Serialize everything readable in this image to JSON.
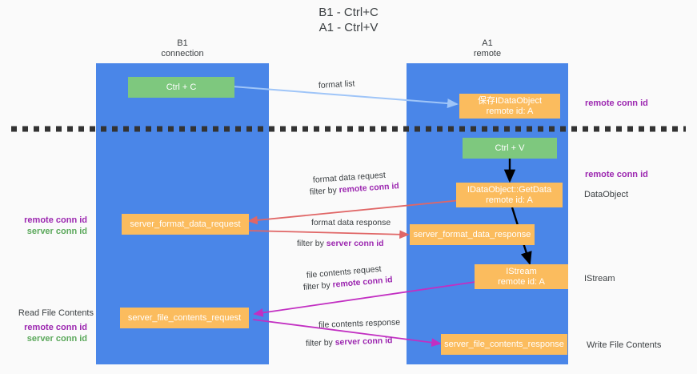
{
  "title": {
    "line1": "B1 - Ctrl+C",
    "line2": "A1 - Ctrl+V"
  },
  "columns": {
    "left": {
      "name": "B1",
      "role": "connection"
    },
    "right": {
      "name": "A1",
      "role": "remote"
    }
  },
  "colors": {
    "lane": "#4a86e8",
    "box_orange": "#fbbc5e",
    "box_green": "#7ec87e",
    "remote_conn_id": "#9c27b0",
    "server_conn_id": "#5ba85b",
    "arrow_blue": "#9fc5f8",
    "arrow_red": "#e06666",
    "arrow_magenta": "#c22fc2",
    "arrow_black": "#000000",
    "background": "#fafafa"
  },
  "boxes": {
    "ctrl_c": {
      "label": "Ctrl + C",
      "kind": "green"
    },
    "ctrl_v": {
      "label": "Ctrl + V",
      "kind": "green"
    },
    "save_idataobject": {
      "line1": "保存IDataObject",
      "line2": "remote id: A",
      "kind": "orange"
    },
    "getdata": {
      "line1": "IDataObject::GetData",
      "line2": "remote id: A",
      "kind": "orange"
    },
    "istream": {
      "line1": "IStream",
      "line2": "remote id: A",
      "kind": "orange"
    },
    "server_format_data_request": {
      "label": "server_format_data_request",
      "kind": "orange"
    },
    "server_format_data_response": {
      "label": "server_format_data_response",
      "kind": "orange"
    },
    "server_file_contents_request": {
      "label": "server_file_contents_request",
      "kind": "orange"
    },
    "server_file_contents_response": {
      "label": "server_file_contents_response",
      "kind": "orange"
    }
  },
  "edge_labels": {
    "format_list": "format list",
    "format_data_request": "format data request",
    "format_data_request_filter_prefix": "filter by ",
    "format_data_request_filter_key": "remote conn id",
    "format_data_response": "format data response",
    "format_data_response_filter_prefix": "filter by ",
    "format_data_response_filter_key": "server conn id",
    "file_contents_request": "file contents request",
    "file_contents_request_filter_prefix": "filter by ",
    "file_contents_request_filter_key": "remote conn id",
    "file_contents_response": "file contents response",
    "file_contents_response_filter_prefix": "filter by ",
    "file_contents_response_filter_key": "server conn id"
  },
  "annotations": {
    "right_top_remote_conn_id": "remote conn id",
    "right_mid_remote_conn_id": "remote conn id",
    "right_dataobject": "DataObject",
    "right_istream": "IStream",
    "right_write_file_contents": "Write File Contents",
    "left_mid_remote_conn_id": "remote conn id",
    "left_mid_server_conn_id": "server conn id",
    "left_read_file_contents": "Read File Contents",
    "left_bot_remote_conn_id": "remote conn id",
    "left_bot_server_conn_id": "server conn id"
  }
}
